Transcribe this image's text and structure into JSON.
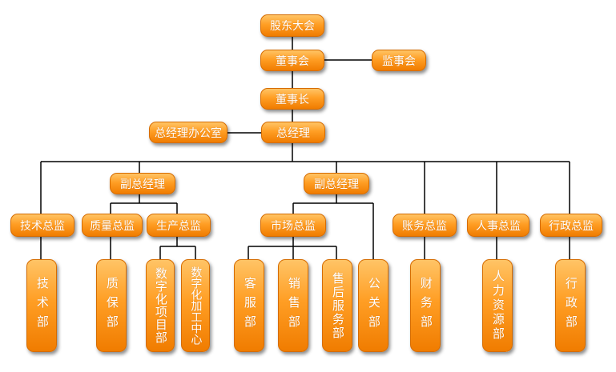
{
  "diagram": {
    "nodes": {
      "shareholders": "股东大会",
      "board": "董事会",
      "supervisory_board": "监事会",
      "chairman": "董事长",
      "gm_office": "总经理办公室",
      "gm": "总经理",
      "deputy_gm_left": "副总经理",
      "deputy_gm_right": "副总经理",
      "tech_director": "技术总监",
      "quality_director": "质量总监",
      "production_director": "生产总监",
      "marketing_director": "市场总监",
      "finance_director": "账务总监",
      "hr_director": "人事总监",
      "admin_director": "行政总监"
    },
    "departments": {
      "tech_dept": "技术部",
      "quality_dept": "质保部",
      "digital_project_dept": "数字化项目部",
      "digital_machining_center": "数字化加工中心",
      "customer_dept": "客服部",
      "sales_dept": "销售部",
      "after_sales_dept": "售后服务部",
      "pr_dept": "公关部",
      "finance_dept": "财务部",
      "hr_dept": "人力资源部",
      "admin_dept": "行政部"
    },
    "colors": {
      "box_top": "#ffc466",
      "box_bottom": "#f07c00",
      "line": "#000000",
      "text": "#ffffff"
    }
  }
}
